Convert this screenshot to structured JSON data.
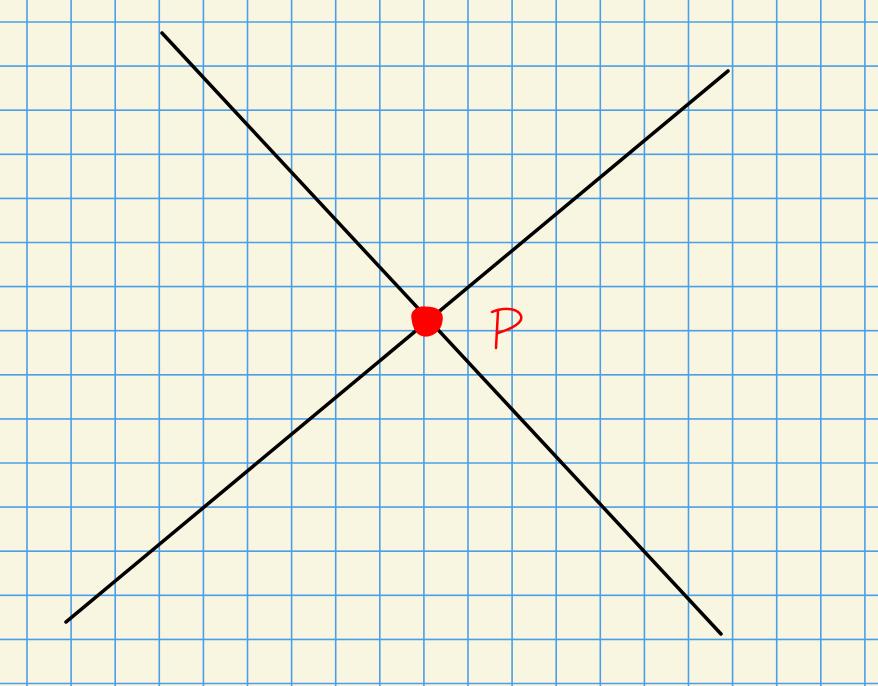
{
  "colors": {
    "paper": "#f8f6e1",
    "grid": "#4a9fe8",
    "line": "#000000",
    "point": "#ff0000",
    "label": "#ff0000"
  },
  "diagram": {
    "lines": [
      {
        "name": "line-descending"
      },
      {
        "name": "line-ascending"
      }
    ],
    "intersection_point": {
      "label": "P"
    }
  }
}
